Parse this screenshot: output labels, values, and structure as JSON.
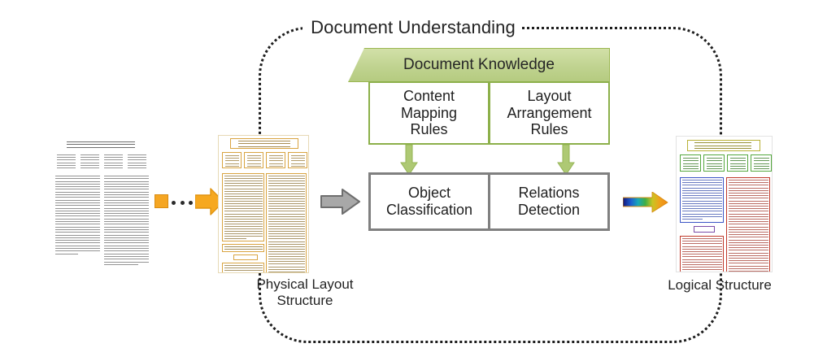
{
  "diagram": {
    "title": "Document Understanding",
    "knowledge_header": "Document Knowledge",
    "knowledge_rules": [
      {
        "label": "Content\nMapping\nRules",
        "name": "content-mapping-rules"
      },
      {
        "label": "Layout\nArrangement\nRules",
        "name": "layout-arrangement-rules"
      }
    ],
    "process_boxes": [
      {
        "label": "Object\nClassification",
        "name": "object-classification"
      },
      {
        "label": "Relations\nDetection",
        "name": "relations-detection"
      }
    ],
    "captions": {
      "physical": "Physical Layout\nStructure",
      "logical": "Logical Structure"
    },
    "arrows": [
      {
        "name": "orange-arrow",
        "color": "#F5A623",
        "direction": "right"
      },
      {
        "name": "gray-arrow",
        "color": "#9E9E9E",
        "direction": "right"
      },
      {
        "name": "rainbow-arrow",
        "color": "#F5A623",
        "direction": "right"
      },
      {
        "name": "green-down-arrow-left",
        "color": "#A6C256",
        "direction": "down"
      },
      {
        "name": "green-down-arrow-right",
        "color": "#A6C256",
        "direction": "down"
      }
    ],
    "ellipsis": "• • •",
    "documents": [
      {
        "name": "doc-plain-page",
        "variant": "unannotated"
      },
      {
        "name": "doc-physical-layout",
        "variant": "orange-region-boxes"
      },
      {
        "name": "doc-logical-structure",
        "variant": "multicolor-labeled-boxes"
      }
    ],
    "colors": {
      "knowledge_fill": "#C0D390",
      "knowledge_border": "#8CB04A",
      "process_border": "#808080",
      "orange": "#F5A623",
      "gray": "#9E9E9E",
      "green_arrow": "#A6C256",
      "loop_border": "#1D1D1D",
      "physical_box": "#D9A441",
      "logical_title": "#B8B136",
      "logical_author": "#55A83E",
      "logical_abstract": "#3C55C6",
      "logical_body": "#C0392B",
      "logical_heading": "#7B4BA8"
    }
  }
}
